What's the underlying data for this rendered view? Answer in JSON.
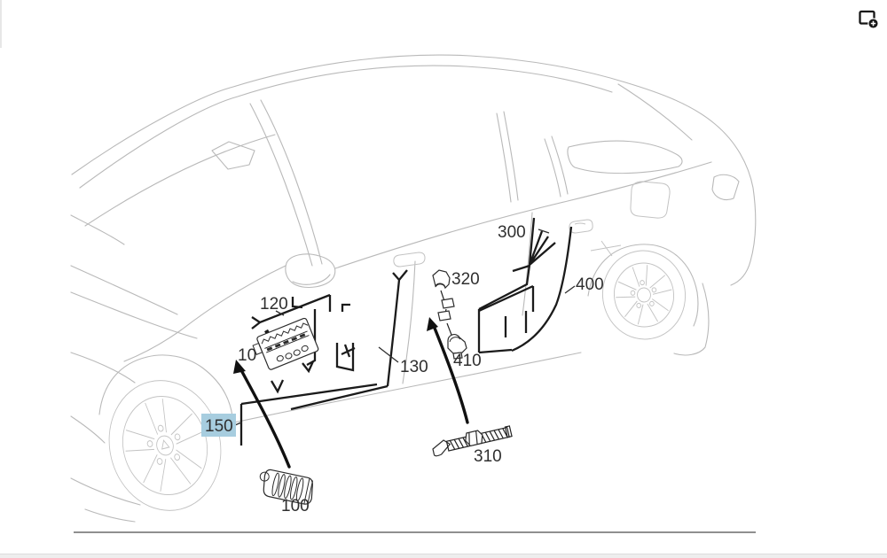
{
  "window": {
    "background": "#ffffff"
  },
  "toolbar": {
    "enlarge_icon": "window-with-plus"
  },
  "diagram": {
    "type": "vehicle-parts-line-drawing",
    "description": "Side wiring harness parts diagram, car 3/4 front-left view",
    "colors": {
      "highlight_bg": "#a7cddf",
      "highlight_text": "#21506a",
      "callout_text": "#2f2f2f",
      "car_outline": "#b9b9b9",
      "harness": "#1b1b1b"
    },
    "callouts": [
      {
        "id": "10",
        "label": "10",
        "highlighted": false
      },
      {
        "id": "100",
        "label": "100",
        "highlighted": false
      },
      {
        "id": "120",
        "label": "120",
        "highlighted": false
      },
      {
        "id": "130",
        "label": "130",
        "highlighted": false
      },
      {
        "id": "150",
        "label": "150",
        "highlighted": true
      },
      {
        "id": "300",
        "label": "300",
        "highlighted": false
      },
      {
        "id": "310",
        "label": "310",
        "highlighted": false
      },
      {
        "id": "320",
        "label": "320",
        "highlighted": false
      },
      {
        "id": "400",
        "label": "400",
        "highlighted": false
      },
      {
        "id": "410",
        "label": "410",
        "highlighted": false
      }
    ]
  }
}
